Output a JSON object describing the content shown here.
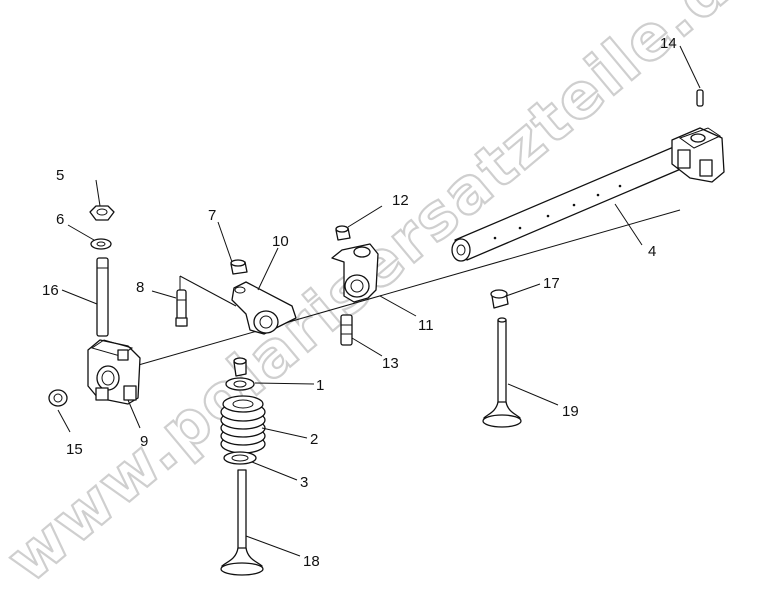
{
  "watermark": "www.polarisersatzteile.de",
  "callouts": {
    "c1": "1",
    "c2": "2",
    "c3": "3",
    "c4": "4",
    "c5": "5",
    "c6": "6",
    "c7": "7",
    "c8": "8",
    "c9": "9",
    "c10": "10",
    "c11": "11",
    "c12": "12",
    "c13": "13",
    "c14": "14",
    "c15": "15",
    "c16": "16",
    "c17": "17",
    "c18": "18",
    "c19": "19"
  }
}
